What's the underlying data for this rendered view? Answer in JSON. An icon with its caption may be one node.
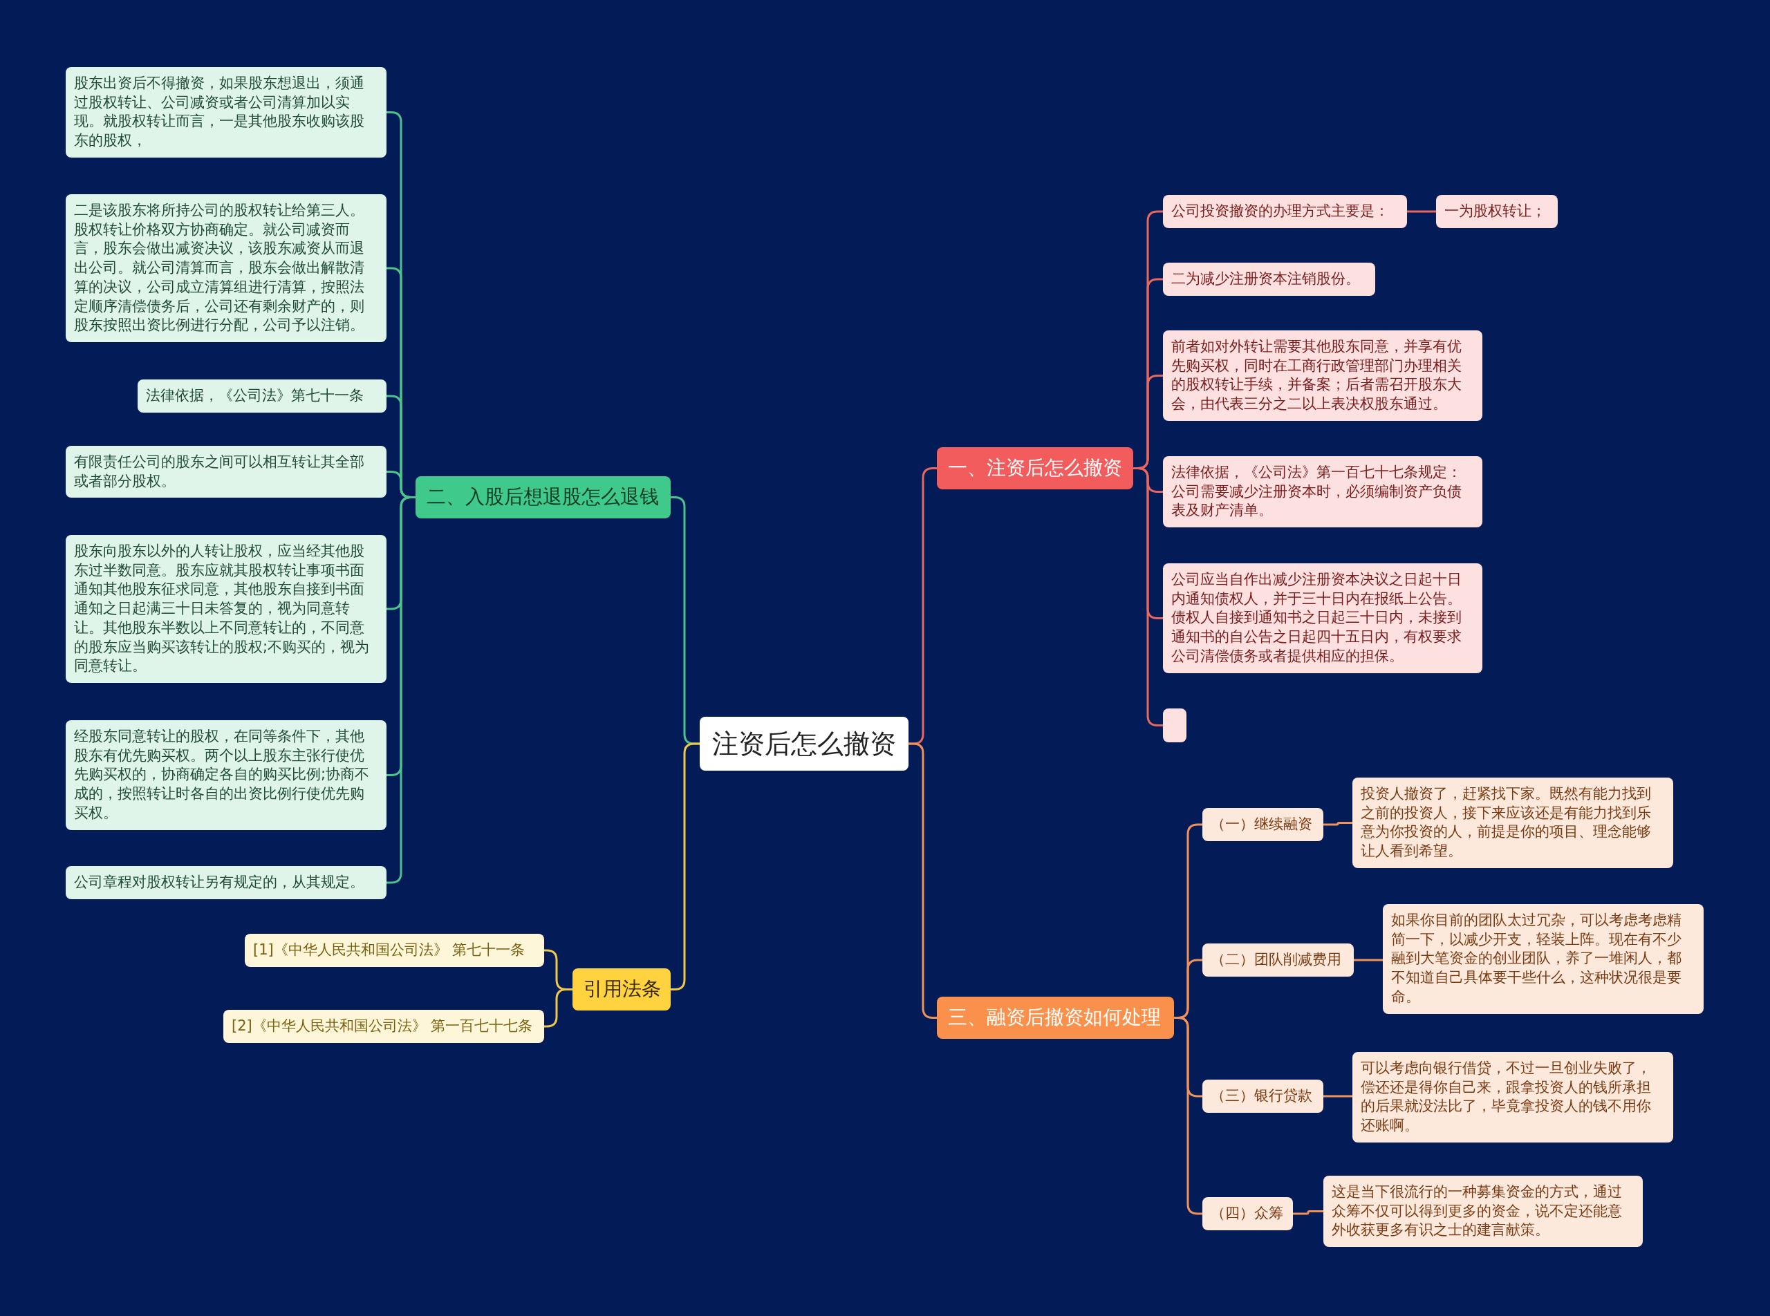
{
  "diagram": {
    "nodes": [
      {
        "text": [
          "注资后怎么撤资"
        ]
      },
      {
        "text": [
          "一、注资后怎么撤资"
        ]
      },
      {
        "text": [
          "公司投资撤资的办理方式主要是："
        ]
      },
      {
        "text": [
          "一为股权转让；"
        ]
      },
      {
        "text": [
          "二为减少注册资本注销股份。"
        ]
      },
      {
        "text": [
          "前者如对外转让需要其他股东同意，并享有优先购买权，同时在工商行政管理部门办理相关的股权转让手续，并备案；后者需召开股东大会，由代表三分之二以上表决权股东通过。"
        ]
      },
      {
        "text": [
          "法律依据，《公司法》第一百七十七条规定：公司需要减少注册资本时，必须编制资产负债表及财产清单。"
        ]
      },
      {
        "text": [
          "公司应当自作出减少注册资本决议之日起十日内通知债权人，并于三十日内在报纸上公告。债权人自接到通知书之日起三十日内，未接到通知书的自公告之日起四十五日内，有权要求公司清偿债务或者提供相应的担保。"
        ]
      },
      {
        "text": [],
        "shape": "box"
      },
      {
        "text": [
          "三、融资后撤资如何处理"
        ]
      },
      {
        "text": [
          "（一）继续融资"
        ]
      },
      {
        "text": [
          "投资人撤资了，赶紧找下家。既然有能力找到之前的投资人，接下来应该还是有能力找到乐意为你投资的人，前提是你的项目、理念能够让人看到希望。"
        ]
      },
      {
        "text": [
          "（二）团队削减费用"
        ]
      },
      {
        "text": [
          "如果你目前的团队太过冗杂，可以考虑考虑精简一下，以减少开支，轻装上阵。现在有不少融到大笔资金的创业团队，养了一堆闲人，都不知道自己具体要干些什么，这种状况很是要命。"
        ]
      },
      {
        "text": [
          "（三）银行贷款"
        ]
      },
      {
        "text": [
          "可以考虑向银行借贷，不过一旦创业失败了，偿还还是得你自己来，跟拿投资人的钱所承担的后果就没法比了，毕竟拿投资人的钱不用你还账啊。"
        ]
      },
      {
        "text": [
          "（四）众筹"
        ]
      },
      {
        "text": [
          "这是当下很流行的一种募集资金的方式，通过众筹不仅可以得到更多的资金，说不定还能意外收获更多有识之士的建言献策。"
        ]
      },
      {
        "text": [
          "二、入股后想退股怎么退钱"
        ]
      },
      {
        "text": [
          "股东出资后不得撤资，如果股东想退出，须通过股权转让、公司减资或者公司清算加以实现。就股权转让而言，一是其他股东收购该股东的股权，"
        ]
      },
      {
        "text": [
          "二是该股东将所持公司的股权转让给第三人。股权转让价格双方协商确定。就公司减资而言，股东会做出减资决议，该股东减资从而退出公司。就公司清算而言，股东会做出解散清算的决议，公司成立清算组进行清算，按照法定顺序清偿债务后，公司还有剩余财产的，则股东按照出资比例进行分配，公司予以注销。"
        ]
      },
      {
        "text": [
          "法律依据，《公司法》第七十一条"
        ]
      },
      {
        "text": [
          "有限责任公司的股东之间可以相互转让其全部或者部分股权。"
        ]
      },
      {
        "text": [
          "股东向股东以外的人转让股权，应当经其他股东过半数同意。股东应就其股权转让事项书面通知其他股东征求同意，其他股东自接到书面通知之日起满三十日未答复的，视为同意转让。其他股东半数以上不同意转让的，不同意的股东应当购买该转让的股权;不购买的，视为同意转让。"
        ]
      },
      {
        "text": [
          "经股东同意转让的股权，在同等条件下，其他股东有优先购买权。两个以上股东主张行使优先购买权的，协商确定各自的购买比例;协商不成的，按照转让时各自的出资比例行使优先购买权。"
        ]
      },
      {
        "text": [
          "公司章程对股权转让另有规定的，从其规定。"
        ]
      },
      {
        "text": [
          "引用法条"
        ]
      },
      {
        "text": [
          "[1]《中华人民共和国公司法》 第七十一条"
        ]
      },
      {
        "text": [
          "[2]《中华人民共和国公司法》 第一百七十七条"
        ]
      }
    ],
    "edges": [
      {
        "from": 0,
        "to": 1,
        "arrow": "none",
        "color": "#e8675e"
      },
      {
        "from": 1,
        "to": 2,
        "arrow": "none",
        "color": "#e8675e"
      },
      {
        "from": 2,
        "to": 3,
        "arrow": "none",
        "color": "#e8675e"
      },
      {
        "from": 1,
        "to": 4,
        "arrow": "none",
        "color": "#e8675e"
      },
      {
        "from": 1,
        "to": 5,
        "arrow": "none",
        "color": "#e8675e"
      },
      {
        "from": 1,
        "to": 6,
        "arrow": "none",
        "color": "#e8675e"
      },
      {
        "from": 1,
        "to": 7,
        "arrow": "none",
        "color": "#e8675e"
      },
      {
        "from": 1,
        "to": 8,
        "arrow": "none",
        "color": "#e8675e"
      },
      {
        "from": 0,
        "to": 9,
        "arrow": "none",
        "color": "#f0935a"
      },
      {
        "from": 9,
        "to": 10,
        "arrow": "none",
        "color": "#f0935a"
      },
      {
        "from": 10,
        "to": 11,
        "arrow": "none",
        "color": "#f0935a"
      },
      {
        "from": 9,
        "to": 12,
        "arrow": "none",
        "color": "#f0935a"
      },
      {
        "from": 12,
        "to": 13,
        "arrow": "none",
        "color": "#f0935a"
      },
      {
        "from": 9,
        "to": 14,
        "arrow": "none",
        "color": "#f0935a"
      },
      {
        "from": 14,
        "to": 15,
        "arrow": "none",
        "color": "#f0935a"
      },
      {
        "from": 9,
        "to": 16,
        "arrow": "none",
        "color": "#f0935a"
      },
      {
        "from": 16,
        "to": 17,
        "arrow": "none",
        "color": "#f0935a"
      },
      {
        "from": 0,
        "to": 18,
        "arrow": "none",
        "color": "#4cc28f"
      },
      {
        "from": 18,
        "to": 19,
        "arrow": "none",
        "color": "#4cc28f"
      },
      {
        "from": 18,
        "to": 20,
        "arrow": "none",
        "color": "#4cc28f"
      },
      {
        "from": 18,
        "to": 21,
        "arrow": "none",
        "color": "#4cc28f"
      },
      {
        "from": 18,
        "to": 22,
        "arrow": "none",
        "color": "#4cc28f"
      },
      {
        "from": 18,
        "to": 23,
        "arrow": "none",
        "color": "#4cc28f"
      },
      {
        "from": 18,
        "to": 24,
        "arrow": "none",
        "color": "#4cc28f"
      },
      {
        "from": 18,
        "to": 25,
        "arrow": "none",
        "color": "#4cc28f"
      },
      {
        "from": 0,
        "to": 26,
        "arrow": "none",
        "color": "#f0c84a"
      },
      {
        "from": 26,
        "to": 27,
        "arrow": "none",
        "color": "#f0c84a"
      },
      {
        "from": 26,
        "to": 28,
        "arrow": "none",
        "color": "#f0c84a"
      }
    ]
  }
}
